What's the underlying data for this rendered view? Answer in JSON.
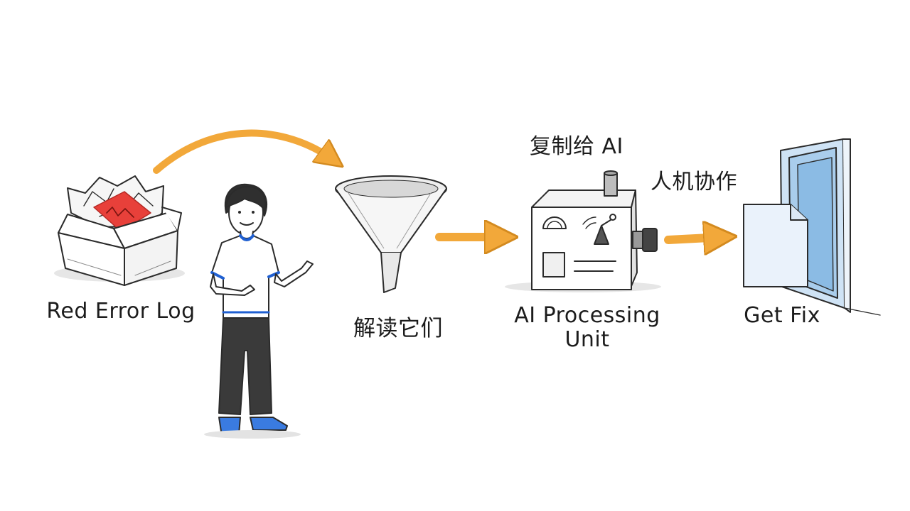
{
  "diagram": {
    "steps": [
      {
        "id": "error-log",
        "label": "Red Error Log"
      },
      {
        "id": "interpret",
        "label": "解读它们"
      },
      {
        "id": "ai-unit",
        "label_line1": "AI Processing",
        "label_line2": "Unit"
      },
      {
        "id": "fix",
        "label": "Get Fix"
      }
    ],
    "annotations": {
      "copy_to_ai": "复制给 AI",
      "human_ai_collab": "人机协作"
    },
    "colors": {
      "arrow": "#f2a83a",
      "error": "#e8403a",
      "door": "#a9cdec",
      "shirt_trim": "#1f5fd1",
      "shoes": "#3a7be0",
      "ink": "#2b2b2b"
    }
  }
}
